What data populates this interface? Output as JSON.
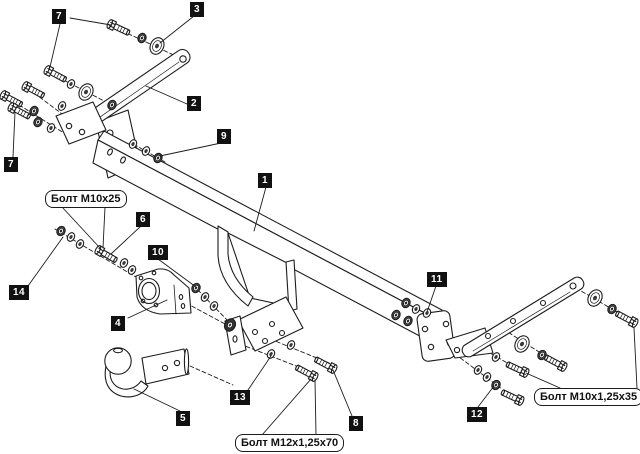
{
  "diagram": {
    "background": "#ffffff",
    "line_color": "#1c1c1c",
    "callout_style": {
      "bg": "#111111",
      "text_color": "#ffffff"
    },
    "label_style": {
      "bg": "#ffffff",
      "border": "#1c1c1c",
      "text_color": "#111111"
    },
    "callouts": [
      {
        "label": "7"
      },
      {
        "label": "3"
      },
      {
        "label": "2"
      },
      {
        "label": "7"
      },
      {
        "label": "9"
      },
      {
        "label": "1"
      },
      {
        "label": "6"
      },
      {
        "label": "14"
      },
      {
        "label": "10"
      },
      {
        "label": "4"
      },
      {
        "label": "11"
      },
      {
        "label": "5"
      },
      {
        "label": "13"
      },
      {
        "label": "8"
      },
      {
        "label": "12"
      }
    ],
    "bolt_labels": [
      {
        "text": "Болт М10х25"
      },
      {
        "text": "Болт М12х1,25х70"
      },
      {
        "text": "Болт М10х1,25х35"
      }
    ]
  }
}
